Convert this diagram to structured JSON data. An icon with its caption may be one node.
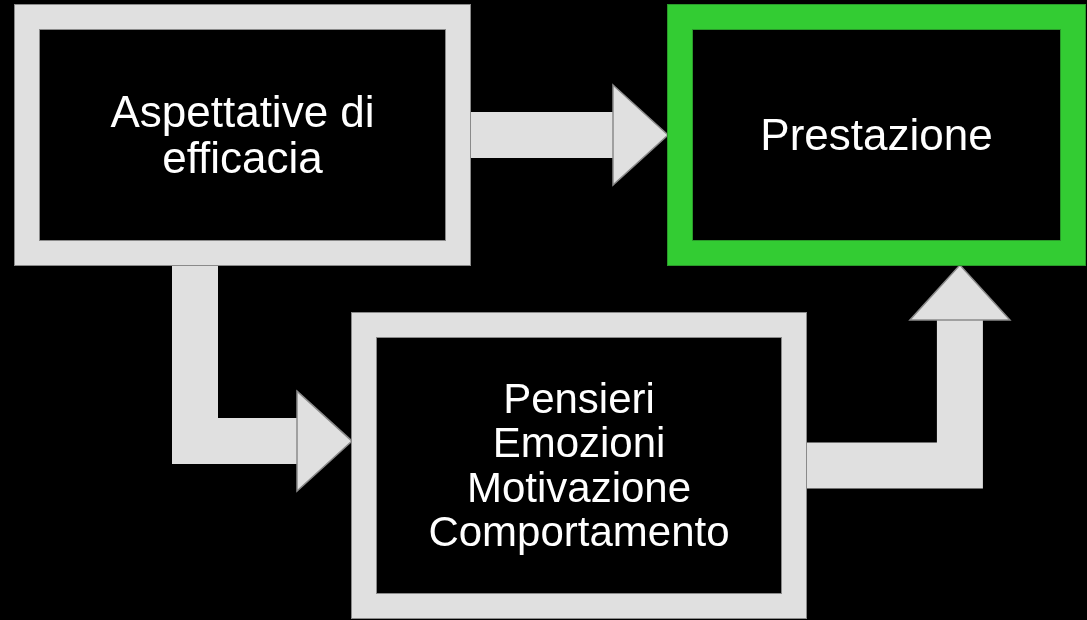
{
  "diagram": {
    "nodes": [
      {
        "text": [
          "Aspettative di efficacia"
        ]
      },
      {
        "text": [
          "Prestazione"
        ]
      },
      {
        "text": [
          "Pensieri Emozioni Motivazione Comportamento"
        ]
      }
    ],
    "edges": [
      {
        "from": 0,
        "to": 1,
        "arrow": "to"
      },
      {
        "from": 0,
        "to": 2,
        "arrow": "to"
      },
      {
        "from": 2,
        "to": 1,
        "arrow": "to"
      }
    ]
  }
}
